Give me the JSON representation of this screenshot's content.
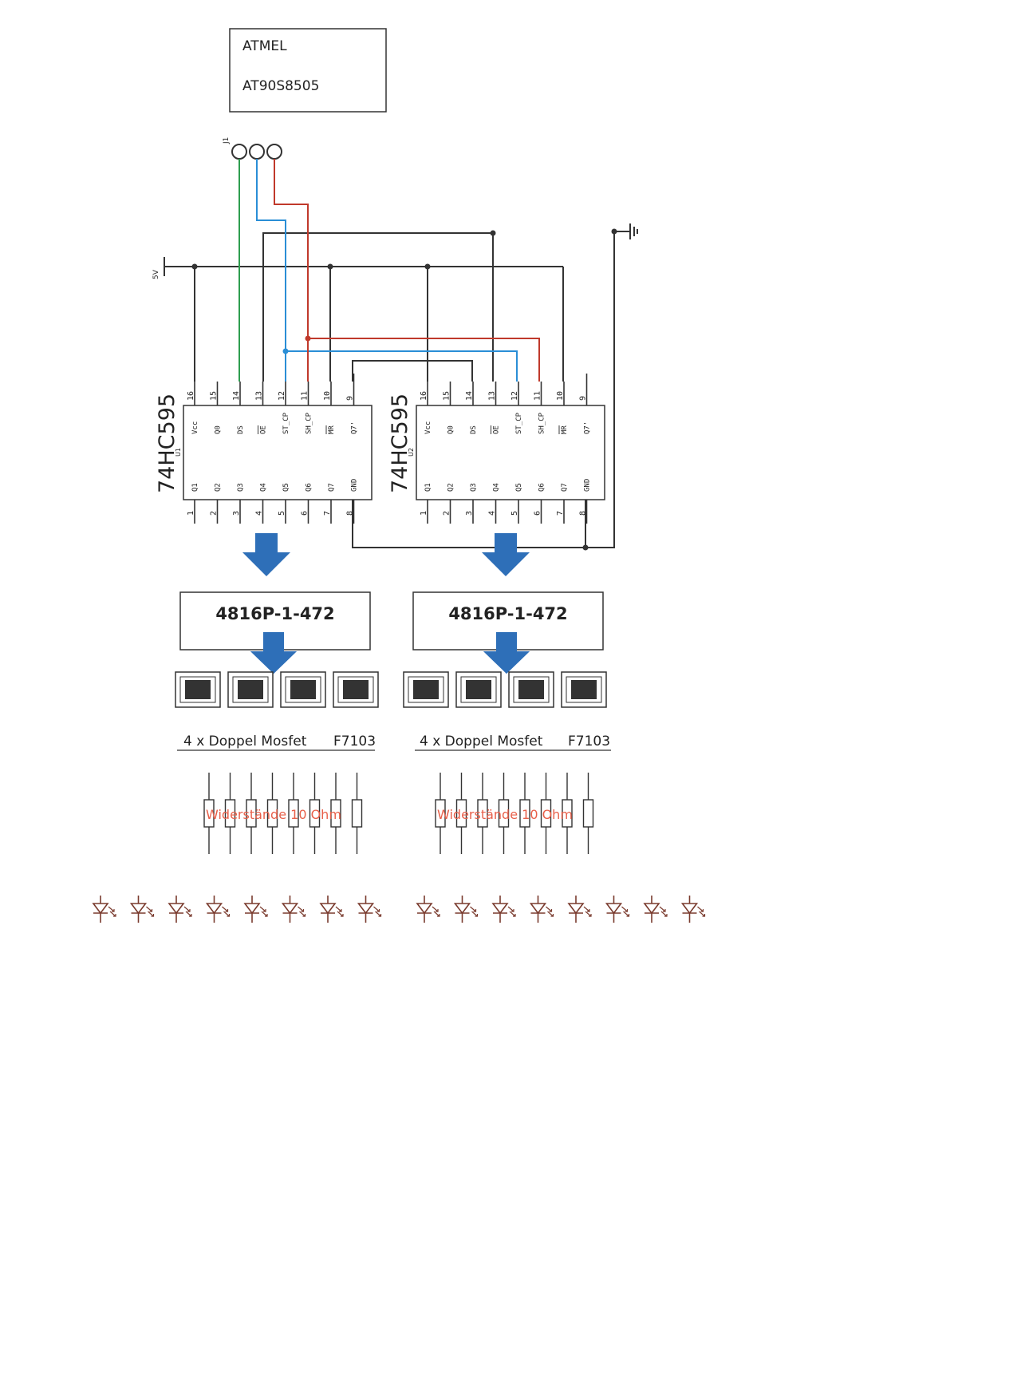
{
  "mcu": {
    "line1": "ATMEL",
    "line2": "AT90S8505"
  },
  "connector": {
    "label": "J1"
  },
  "supply": {
    "label": "5V"
  },
  "shift_registers": [
    {
      "part": "74HC595",
      "ref": "U1",
      "top_pins": [
        {
          "num": "16",
          "name": "Vcc"
        },
        {
          "num": "15",
          "name": "Q0"
        },
        {
          "num": "14",
          "name": "DS"
        },
        {
          "num": "13",
          "name": "OE"
        },
        {
          "num": "12",
          "name": "ST_CP"
        },
        {
          "num": "11",
          "name": "SH_CP"
        },
        {
          "num": "10",
          "name": "MR"
        },
        {
          "num": "9",
          "name": "Q7'"
        }
      ],
      "bottom_pins": [
        {
          "num": "1",
          "name": "Q1"
        },
        {
          "num": "2",
          "name": "Q2"
        },
        {
          "num": "3",
          "name": "Q3"
        },
        {
          "num": "4",
          "name": "Q4"
        },
        {
          "num": "5",
          "name": "Q5"
        },
        {
          "num": "6",
          "name": "Q6"
        },
        {
          "num": "7",
          "name": "Q7"
        },
        {
          "num": "8",
          "name": "GND"
        }
      ]
    },
    {
      "part": "74HC595",
      "ref": "U2",
      "top_pins": [
        {
          "num": "16",
          "name": "Vcc"
        },
        {
          "num": "15",
          "name": "Q0"
        },
        {
          "num": "14",
          "name": "DS"
        },
        {
          "num": "13",
          "name": "OE"
        },
        {
          "num": "12",
          "name": "ST_CP"
        },
        {
          "num": "11",
          "name": "SH_CP"
        },
        {
          "num": "10",
          "name": "MR"
        },
        {
          "num": "9",
          "name": "Q7'"
        }
      ],
      "bottom_pins": [
        {
          "num": "1",
          "name": "Q1"
        },
        {
          "num": "2",
          "name": "Q2"
        },
        {
          "num": "3",
          "name": "Q3"
        },
        {
          "num": "4",
          "name": "Q4"
        },
        {
          "num": "5",
          "name": "Q5"
        },
        {
          "num": "6",
          "name": "Q6"
        },
        {
          "num": "7",
          "name": "Q7"
        },
        {
          "num": "8",
          "name": "GND"
        }
      ]
    }
  ],
  "resistor_arrays": [
    "4816P-1-472",
    "4816P-1-472"
  ],
  "mosfet_captions": [
    {
      "text": "4 x Doppel Mosfet",
      "part": "F7103"
    },
    {
      "text": "4 x Doppel Mosfet",
      "part": "F7103"
    }
  ],
  "resistor_labels": [
    "Widerstände 10 Ohm",
    "Widerstände 10 Ohm"
  ],
  "led_count_per_group": 8,
  "colors": {
    "wire": "#333333",
    "ds_wire": "#2e9e4f",
    "st_cp_wire": "#2a8ed6",
    "sh_cp_wire": "#c0392b",
    "arrow": "#2e6fb8",
    "led": "#7a3b2e",
    "resistor_label": "#e8604a"
  }
}
